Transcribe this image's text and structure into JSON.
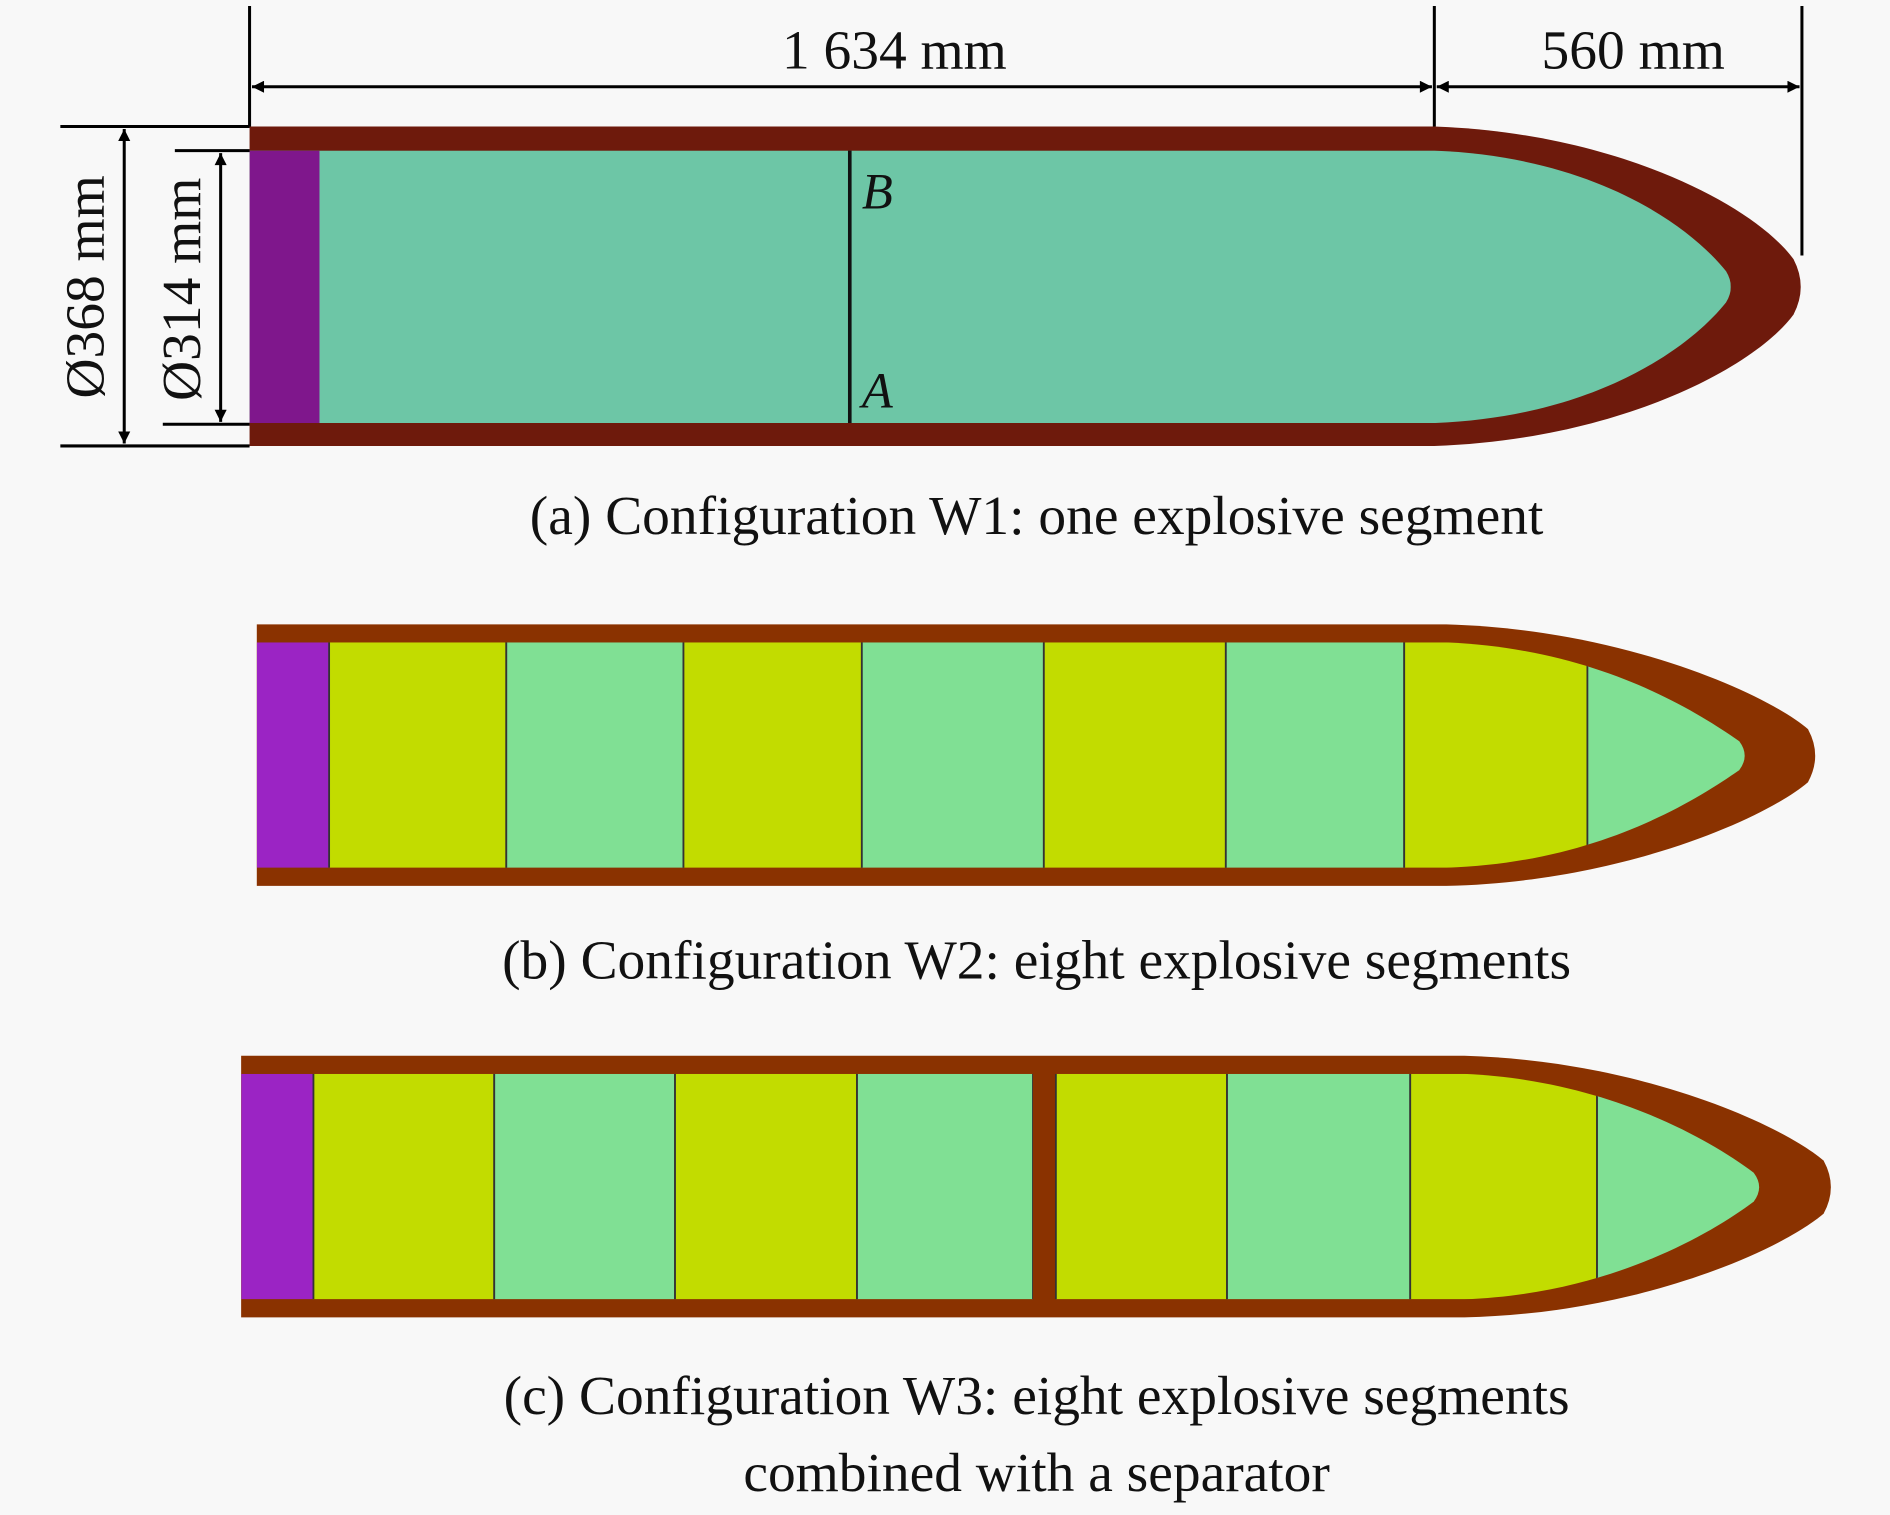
{
  "dimensions": {
    "length_body": "1 634 mm",
    "length_nose": "560 mm",
    "outer_diameter": "Ø368 mm",
    "inner_diameter": "Ø314 mm"
  },
  "points": {
    "b": "B",
    "a": "A"
  },
  "captions": {
    "a": "(a) Configuration W1: one explosive segment",
    "b": "(b) Configuration W2: eight explosive segments",
    "c_line1": "(c) Configuration W3: eight explosive segments",
    "c_line2": "combined with a separator"
  },
  "colors": {
    "casing": "#8a3200",
    "casing_a": "#6e1a0c",
    "booster_a": "#7f178c",
    "booster": "#9b24c4",
    "explosive_a": "#6dc6a6",
    "segment_yellow": "#c2dc00",
    "segment_green": "#80e094"
  }
}
